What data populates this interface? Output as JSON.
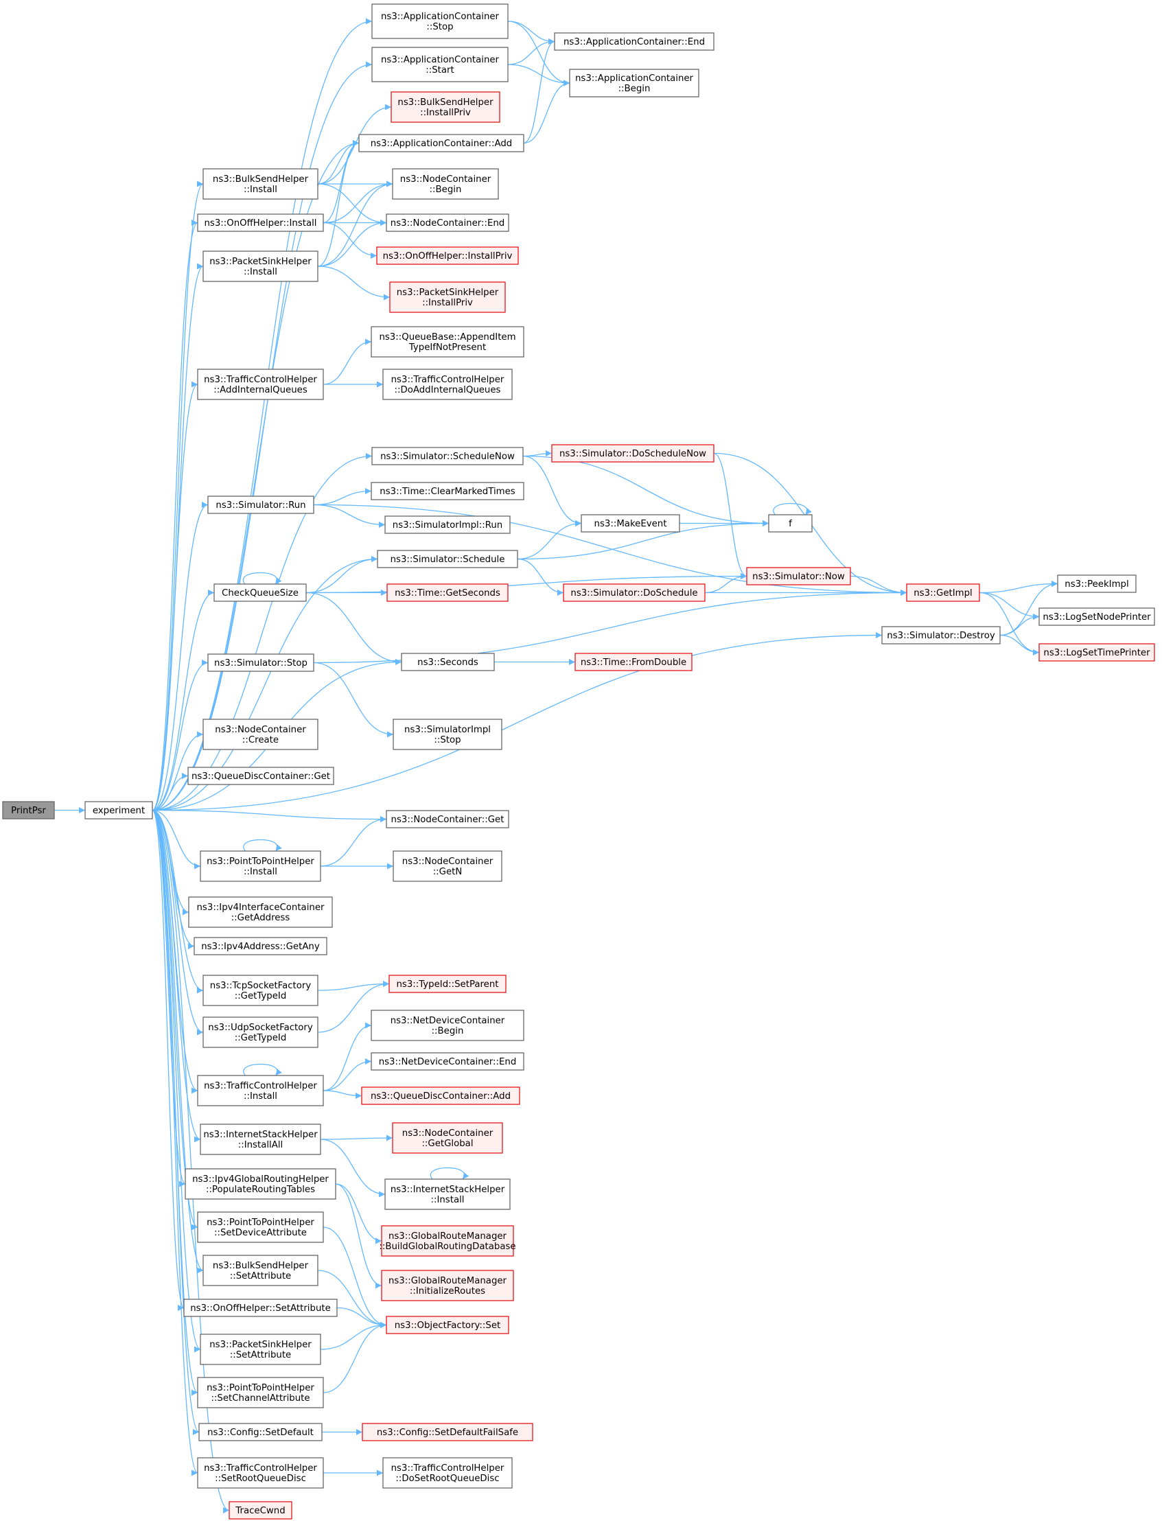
{
  "graph": {
    "accent_color": "#63b8ff",
    "nodes": [
      {
        "id": "printpsr",
        "lines": [
          "PrintPsr"
        ],
        "style": "root"
      },
      {
        "id": "experiment",
        "lines": [
          "experiment"
        ],
        "style": "normal"
      },
      {
        "id": "appstop",
        "lines": [
          "ns3::ApplicationContainer",
          "::Stop"
        ],
        "style": "normal"
      },
      {
        "id": "append",
        "lines": [
          "ns3::ApplicationContainer::End"
        ],
        "style": "normal"
      },
      {
        "id": "appstart",
        "lines": [
          "ns3::ApplicationContainer",
          "::Start"
        ],
        "style": "normal"
      },
      {
        "id": "appbegin",
        "lines": [
          "ns3::ApplicationContainer",
          "::Begin"
        ],
        "style": "normal"
      },
      {
        "id": "bulkinstallpriv",
        "lines": [
          "ns3::BulkSendHelper",
          "::InstallPriv"
        ],
        "style": "red"
      },
      {
        "id": "appadd",
        "lines": [
          "ns3::ApplicationContainer::Add"
        ],
        "style": "normal"
      },
      {
        "id": "bulkinstall",
        "lines": [
          "ns3::BulkSendHelper",
          "::Install"
        ],
        "style": "normal"
      },
      {
        "id": "ncbegin",
        "lines": [
          "ns3::NodeContainer",
          "::Begin"
        ],
        "style": "normal"
      },
      {
        "id": "onoffinstall",
        "lines": [
          "ns3::OnOffHelper::Install"
        ],
        "style": "normal"
      },
      {
        "id": "ncend",
        "lines": [
          "ns3::NodeContainer::End"
        ],
        "style": "normal"
      },
      {
        "id": "onoffinstallpriv",
        "lines": [
          "ns3::OnOffHelper::InstallPriv"
        ],
        "style": "red"
      },
      {
        "id": "sinkinstall",
        "lines": [
          "ns3::PacketSinkHelper",
          "::Install"
        ],
        "style": "normal"
      },
      {
        "id": "sinkinstallpriv",
        "lines": [
          "ns3::PacketSinkHelper",
          "::InstallPriv"
        ],
        "style": "red"
      },
      {
        "id": "qbappend",
        "lines": [
          "ns3::QueueBase::AppendItem",
          "TypeIfNotPresent"
        ],
        "style": "normal"
      },
      {
        "id": "tcaddq",
        "lines": [
          "ns3::TrafficControlHelper",
          "::AddInternalQueues"
        ],
        "style": "normal"
      },
      {
        "id": "tcdoaddq",
        "lines": [
          "ns3::TrafficControlHelper",
          "::DoAddInternalQueues"
        ],
        "style": "normal"
      },
      {
        "id": "schednow",
        "lines": [
          "ns3::Simulator::ScheduleNow"
        ],
        "style": "normal"
      },
      {
        "id": "doschednow",
        "lines": [
          "ns3::Simulator::DoScheduleNow"
        ],
        "style": "red"
      },
      {
        "id": "simrun",
        "lines": [
          "ns3::Simulator::Run"
        ],
        "style": "normal"
      },
      {
        "id": "clearmarked",
        "lines": [
          "ns3::Time::ClearMarkedTimes"
        ],
        "style": "normal"
      },
      {
        "id": "implrun",
        "lines": [
          "ns3::SimulatorImpl::Run"
        ],
        "style": "normal"
      },
      {
        "id": "makeevent",
        "lines": [
          "ns3::MakeEvent"
        ],
        "style": "normal"
      },
      {
        "id": "f",
        "lines": [
          "f"
        ],
        "style": "normal"
      },
      {
        "id": "sched",
        "lines": [
          "ns3::Simulator::Schedule"
        ],
        "style": "normal"
      },
      {
        "id": "cqs",
        "lines": [
          "CheckQueueSize"
        ],
        "style": "normal"
      },
      {
        "id": "getsec",
        "lines": [
          "ns3::Time::GetSeconds"
        ],
        "style": "red"
      },
      {
        "id": "dosched",
        "lines": [
          "ns3::Simulator::DoSchedule"
        ],
        "style": "red"
      },
      {
        "id": "simnow",
        "lines": [
          "ns3::Simulator::Now"
        ],
        "style": "red"
      },
      {
        "id": "getimpl",
        "lines": [
          "ns3::GetImpl"
        ],
        "style": "red"
      },
      {
        "id": "peekimpl",
        "lines": [
          "ns3::PeekImpl"
        ],
        "style": "normal"
      },
      {
        "id": "lognode",
        "lines": [
          "ns3::LogSetNodePrinter"
        ],
        "style": "normal"
      },
      {
        "id": "simdestroy",
        "lines": [
          "ns3::Simulator::Destroy"
        ],
        "style": "normal"
      },
      {
        "id": "logtime",
        "lines": [
          "ns3::LogSetTimePrinter"
        ],
        "style": "red"
      },
      {
        "id": "seconds",
        "lines": [
          "ns3::Seconds"
        ],
        "style": "normal"
      },
      {
        "id": "fromdouble",
        "lines": [
          "ns3::Time::FromDouble"
        ],
        "style": "red"
      },
      {
        "id": "simstop",
        "lines": [
          "ns3::Simulator::Stop"
        ],
        "style": "normal"
      },
      {
        "id": "implstop",
        "lines": [
          "ns3::SimulatorImpl",
          "::Stop"
        ],
        "style": "normal"
      },
      {
        "id": "nccreate",
        "lines": [
          "ns3::NodeContainer",
          "::Create"
        ],
        "style": "normal"
      },
      {
        "id": "qdcget",
        "lines": [
          "ns3::QueueDiscContainer::Get"
        ],
        "style": "normal"
      },
      {
        "id": "ncget",
        "lines": [
          "ns3::NodeContainer::Get"
        ],
        "style": "normal"
      },
      {
        "id": "p2pinstall",
        "lines": [
          "ns3::PointToPointHelper",
          "::Install"
        ],
        "style": "normal"
      },
      {
        "id": "ncgetn",
        "lines": [
          "ns3::NodeContainer",
          "::GetN"
        ],
        "style": "normal"
      },
      {
        "id": "ipv4ifc",
        "lines": [
          "ns3::Ipv4InterfaceContainer",
          "::GetAddress"
        ],
        "style": "normal"
      },
      {
        "id": "ipv4any",
        "lines": [
          "ns3::Ipv4Address::GetAny"
        ],
        "style": "normal"
      },
      {
        "id": "tcptypeid",
        "lines": [
          "ns3::TcpSocketFactory",
          "::GetTypeId"
        ],
        "style": "normal"
      },
      {
        "id": "setparent",
        "lines": [
          "ns3::TypeId::SetParent"
        ],
        "style": "red"
      },
      {
        "id": "udptypeid",
        "lines": [
          "ns3::UdpSocketFactory",
          "::GetTypeId"
        ],
        "style": "normal"
      },
      {
        "id": "ndcbegin",
        "lines": [
          "ns3::NetDeviceContainer",
          "::Begin"
        ],
        "style": "normal"
      },
      {
        "id": "ndcend",
        "lines": [
          "ns3::NetDeviceContainer::End"
        ],
        "style": "normal"
      },
      {
        "id": "tcinstall",
        "lines": [
          "ns3::TrafficControlHelper",
          "::Install"
        ],
        "style": "normal"
      },
      {
        "id": "qdcadd",
        "lines": [
          "ns3::QueueDiscContainer::Add"
        ],
        "style": "red"
      },
      {
        "id": "ishinstallall",
        "lines": [
          "ns3::InternetStackHelper",
          "::InstallAll"
        ],
        "style": "normal"
      },
      {
        "id": "ncglobal",
        "lines": [
          "ns3::NodeContainer",
          "::GetGlobal"
        ],
        "style": "red"
      },
      {
        "id": "ishinstall",
        "lines": [
          "ns3::InternetStackHelper",
          "::Install"
        ],
        "style": "normal"
      },
      {
        "id": "ipv4grh",
        "lines": [
          "ns3::Ipv4GlobalRoutingHelper",
          "::PopulateRoutingTables"
        ],
        "style": "normal"
      },
      {
        "id": "grmbuild",
        "lines": [
          "ns3::GlobalRouteManager",
          "::BuildGlobalRoutingDatabase"
        ],
        "style": "red"
      },
      {
        "id": "p2psetdev",
        "lines": [
          "ns3::PointToPointHelper",
          "::SetDeviceAttribute"
        ],
        "style": "normal"
      },
      {
        "id": "grminit",
        "lines": [
          "ns3::GlobalRouteManager",
          "::InitializeRoutes"
        ],
        "style": "red"
      },
      {
        "id": "bulksetattr",
        "lines": [
          "ns3::BulkSendHelper",
          "::SetAttribute"
        ],
        "style": "normal"
      },
      {
        "id": "onoffsetattr",
        "lines": [
          "ns3::OnOffHelper::SetAttribute"
        ],
        "style": "normal"
      },
      {
        "id": "ofset",
        "lines": [
          "ns3::ObjectFactory::Set"
        ],
        "style": "red"
      },
      {
        "id": "sinksetattr",
        "lines": [
          "ns3::PacketSinkHelper",
          "::SetAttribute"
        ],
        "style": "normal"
      },
      {
        "id": "p2psetchan",
        "lines": [
          "ns3::PointToPointHelper",
          "::SetChannelAttribute"
        ],
        "style": "normal"
      },
      {
        "id": "cfgsetdef",
        "lines": [
          "ns3::Config::SetDefault"
        ],
        "style": "normal"
      },
      {
        "id": "cfgfailsafe",
        "lines": [
          "ns3::Config::SetDefaultFailSafe"
        ],
        "style": "red"
      },
      {
        "id": "tcsetroot",
        "lines": [
          "ns3::TrafficControlHelper",
          "::SetRootQueueDisc"
        ],
        "style": "normal"
      },
      {
        "id": "tcdosetroot",
        "lines": [
          "ns3::TrafficControlHelper",
          "::DoSetRootQueueDisc"
        ],
        "style": "normal"
      },
      {
        "id": "tracecwnd",
        "lines": [
          "TraceCwnd"
        ],
        "style": "red"
      }
    ],
    "edges": [
      [
        "printpsr",
        "experiment"
      ],
      [
        "experiment",
        "appstop"
      ],
      [
        "experiment",
        "appstart"
      ],
      [
        "experiment",
        "appadd"
      ],
      [
        "experiment",
        "bulkinstall"
      ],
      [
        "experiment",
        "onoffinstall"
      ],
      [
        "experiment",
        "sinkinstall"
      ],
      [
        "experiment",
        "tcaddq"
      ],
      [
        "experiment",
        "schednow"
      ],
      [
        "experiment",
        "simrun"
      ],
      [
        "experiment",
        "sched"
      ],
      [
        "experiment",
        "cqs"
      ],
      [
        "experiment",
        "seconds"
      ],
      [
        "experiment",
        "simstop"
      ],
      [
        "experiment",
        "simdestroy"
      ],
      [
        "experiment",
        "nccreate"
      ],
      [
        "experiment",
        "qdcget"
      ],
      [
        "experiment",
        "ncget"
      ],
      [
        "experiment",
        "p2pinstall"
      ],
      [
        "experiment",
        "ipv4ifc"
      ],
      [
        "experiment",
        "ipv4any"
      ],
      [
        "experiment",
        "tcptypeid"
      ],
      [
        "experiment",
        "udptypeid"
      ],
      [
        "experiment",
        "tcinstall"
      ],
      [
        "experiment",
        "ishinstallall"
      ],
      [
        "experiment",
        "ipv4grh"
      ],
      [
        "experiment",
        "p2psetdev"
      ],
      [
        "experiment",
        "bulksetattr"
      ],
      [
        "experiment",
        "onoffsetattr"
      ],
      [
        "experiment",
        "sinksetattr"
      ],
      [
        "experiment",
        "p2psetchan"
      ],
      [
        "experiment",
        "cfgsetdef"
      ],
      [
        "experiment",
        "tcsetroot"
      ],
      [
        "experiment",
        "tracecwnd"
      ],
      [
        "appstop",
        "append"
      ],
      [
        "appstop",
        "appbegin"
      ],
      [
        "appstart",
        "append"
      ],
      [
        "appstart",
        "appbegin"
      ],
      [
        "appadd",
        "append"
      ],
      [
        "appadd",
        "appbegin"
      ],
      [
        "bulkinstall",
        "bulkinstallpriv"
      ],
      [
        "bulkinstall",
        "appadd"
      ],
      [
        "bulkinstall",
        "ncbegin"
      ],
      [
        "bulkinstall",
        "ncend"
      ],
      [
        "onoffinstall",
        "appadd"
      ],
      [
        "onoffinstall",
        "ncbegin"
      ],
      [
        "onoffinstall",
        "ncend"
      ],
      [
        "onoffinstall",
        "onoffinstallpriv"
      ],
      [
        "sinkinstall",
        "appadd"
      ],
      [
        "sinkinstall",
        "ncbegin"
      ],
      [
        "sinkinstall",
        "ncend"
      ],
      [
        "sinkinstall",
        "sinkinstallpriv"
      ],
      [
        "tcaddq",
        "qbappend"
      ],
      [
        "tcaddq",
        "tcdoaddq"
      ],
      [
        "schednow",
        "doschednow"
      ],
      [
        "schednow",
        "makeevent"
      ],
      [
        "schednow",
        "f"
      ],
      [
        "doschednow",
        "getimpl"
      ],
      [
        "doschednow",
        "simnow"
      ],
      [
        "simrun",
        "getimpl"
      ],
      [
        "simrun",
        "clearmarked"
      ],
      [
        "simrun",
        "implrun"
      ],
      [
        "makeevent",
        "f"
      ],
      [
        "f",
        "f"
      ],
      [
        "sched",
        "makeevent"
      ],
      [
        "sched",
        "f"
      ],
      [
        "sched",
        "dosched"
      ],
      [
        "cqs",
        "cqs"
      ],
      [
        "cqs",
        "sched"
      ],
      [
        "cqs",
        "getsec"
      ],
      [
        "cqs",
        "simnow"
      ],
      [
        "cqs",
        "seconds"
      ],
      [
        "dosched",
        "simnow"
      ],
      [
        "dosched",
        "getimpl"
      ],
      [
        "simnow",
        "getimpl"
      ],
      [
        "getimpl",
        "peekimpl"
      ],
      [
        "getimpl",
        "lognode"
      ],
      [
        "getimpl",
        "logtime"
      ],
      [
        "simdestroy",
        "peekimpl"
      ],
      [
        "simdestroy",
        "lognode"
      ],
      [
        "simdestroy",
        "logtime"
      ],
      [
        "seconds",
        "fromdouble"
      ],
      [
        "simstop",
        "getimpl"
      ],
      [
        "simstop",
        "implstop"
      ],
      [
        "p2pinstall",
        "p2pinstall"
      ],
      [
        "p2pinstall",
        "ncget"
      ],
      [
        "p2pinstall",
        "ncgetn"
      ],
      [
        "tcptypeid",
        "setparent"
      ],
      [
        "udptypeid",
        "setparent"
      ],
      [
        "tcinstall",
        "tcinstall"
      ],
      [
        "tcinstall",
        "ndcbegin"
      ],
      [
        "tcinstall",
        "ndcend"
      ],
      [
        "tcinstall",
        "qdcadd"
      ],
      [
        "ishinstallall",
        "ncglobal"
      ],
      [
        "ishinstallall",
        "ishinstall"
      ],
      [
        "ishinstall",
        "ishinstall"
      ],
      [
        "ipv4grh",
        "grmbuild"
      ],
      [
        "ipv4grh",
        "grminit"
      ],
      [
        "p2psetdev",
        "ofset"
      ],
      [
        "bulksetattr",
        "ofset"
      ],
      [
        "onoffsetattr",
        "ofset"
      ],
      [
        "sinksetattr",
        "ofset"
      ],
      [
        "p2psetchan",
        "ofset"
      ],
      [
        "cfgsetdef",
        "cfgfailsafe"
      ],
      [
        "tcsetroot",
        "tcdosetroot"
      ]
    ]
  }
}
